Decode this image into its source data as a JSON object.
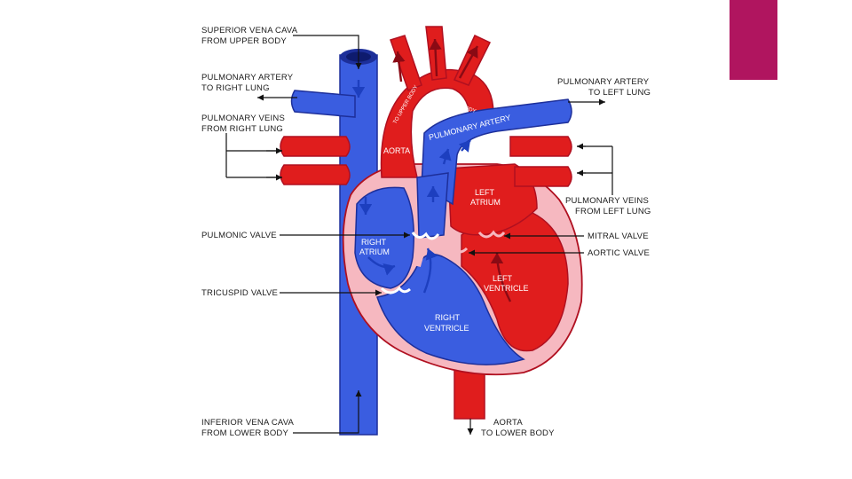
{
  "slide": {
    "accent_color": "#b0155f"
  },
  "diagram": {
    "colors": {
      "oxygenated": "#e01d1d",
      "deoxygenated": "#3a5de0",
      "wall": "#f6b8c0",
      "outline": "#b01020"
    },
    "labels": {
      "superior_vena_cava": [
        "SUPERIOR VENA CAVA",
        "FROM UPPER BODY"
      ],
      "pulmonary_artery_right": [
        "PULMONARY ARTERY",
        "TO RIGHT LUNG"
      ],
      "pulmonary_veins_right": [
        "PULMONARY VEINS",
        "FROM RIGHT LUNG"
      ],
      "pulmonic_valve": "PULMONIC VALVE",
      "tricuspid_valve": "TRICUSPID VALVE",
      "inferior_vena_cava": [
        "INFERIOR VENA CAVA",
        "FROM LOWER BODY"
      ],
      "pulmonary_artery_left": [
        "PULMONARY ARTERY",
        "TO LEFT LUNG"
      ],
      "pulmonary_veins_left": [
        "PULMONARY VEINS",
        "FROM LEFT LUNG"
      ],
      "mitral_valve": "MITRAL VALVE",
      "aortic_valve": "AORTIC VALVE",
      "aorta_lower": [
        "AORTA",
        "TO LOWER BODY"
      ]
    },
    "inner_labels": {
      "aorta": "AORTA",
      "pulmonary_artery": "PULMONARY ARTERY",
      "to_upper_body": "TO UPPER BODY",
      "to_lower_body": "TO LOWER BODY",
      "left_atrium": [
        "LEFT",
        "ATRIUM"
      ],
      "right_atrium": [
        "RIGHT",
        "ATRIUM"
      ],
      "left_ventricle": [
        "LEFT",
        "VENTRICLE"
      ],
      "right_ventricle": [
        "RIGHT",
        "VENTRICLE"
      ]
    }
  }
}
